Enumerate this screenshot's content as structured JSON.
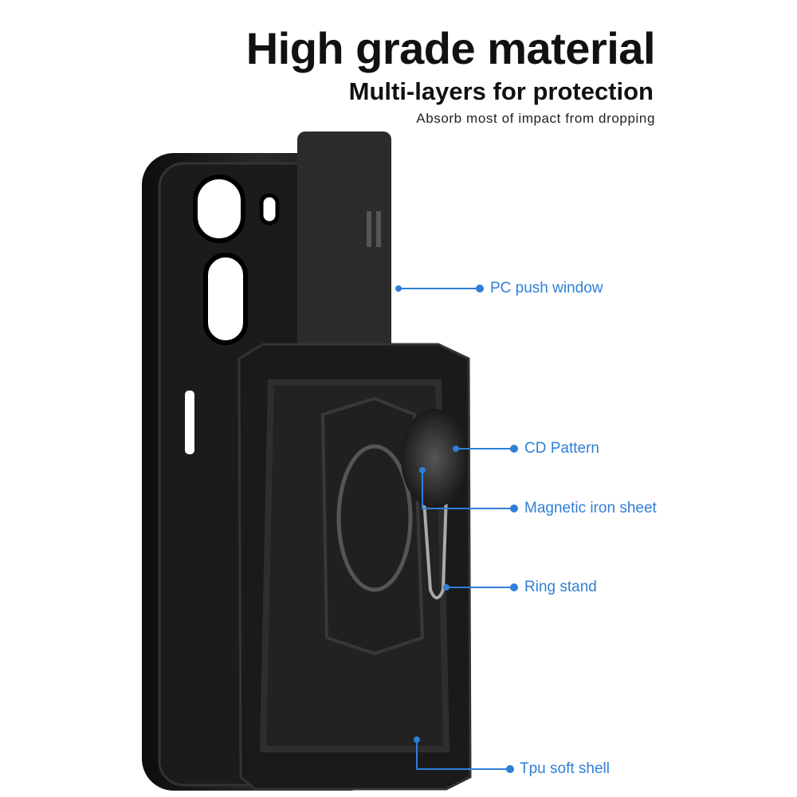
{
  "header": {
    "title": "High grade material",
    "subtitle": "Multi-layers for protection",
    "tagline": "Absorb most of impact from dropping"
  },
  "callouts": [
    {
      "label": "PC push window"
    },
    {
      "label": "CD Pattern"
    },
    {
      "label": "Magnetic iron sheet"
    },
    {
      "label": "Ring stand"
    },
    {
      "label": "Tpu soft shell"
    }
  ],
  "colors": {
    "accent": "#2f7fd6",
    "case": "#1e1e1e"
  }
}
